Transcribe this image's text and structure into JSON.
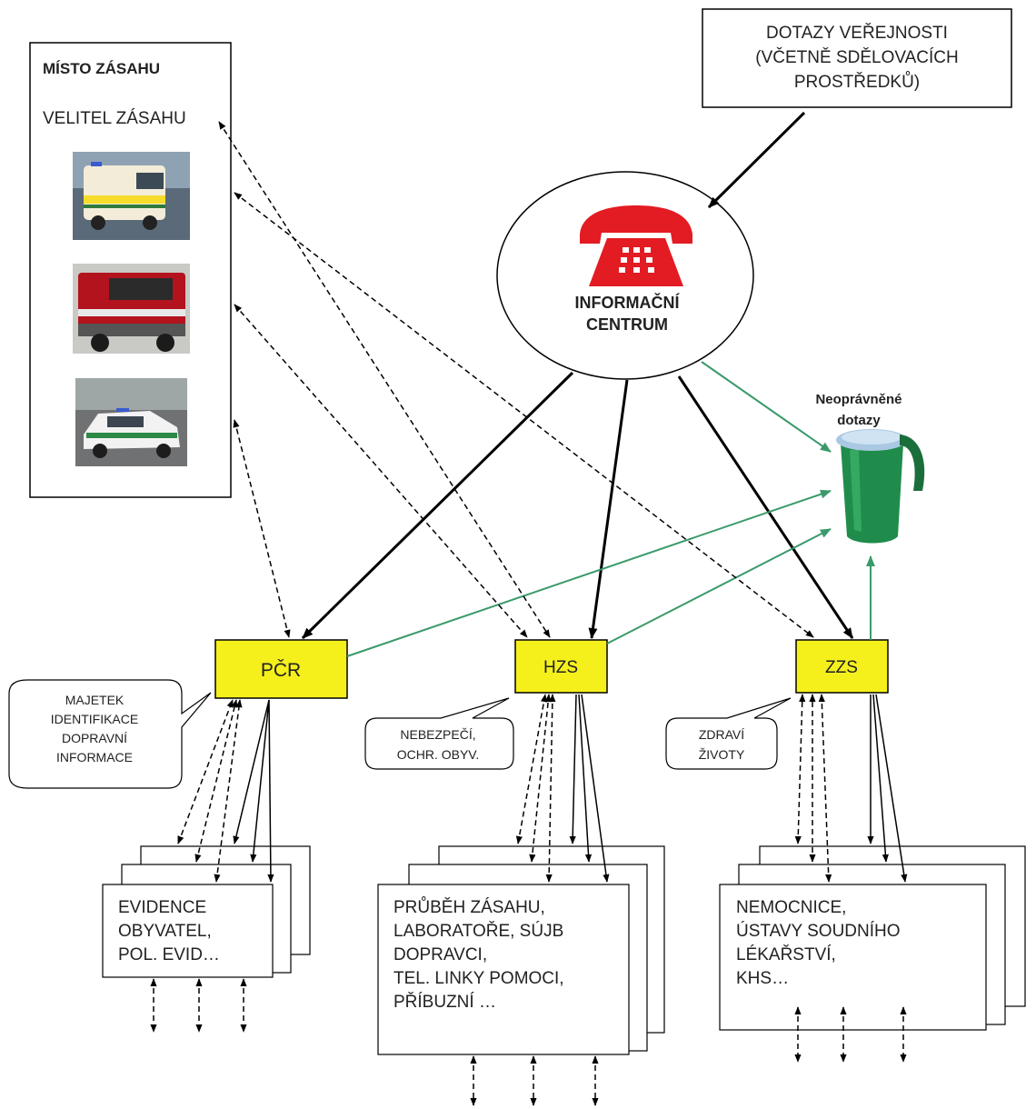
{
  "site": {
    "title": "MÍSTO ZÁSAHU",
    "commander": "VELITEL ZÁSAHU",
    "vehicles": [
      "ambulance-photo",
      "fire-truck-photo",
      "police-car-photo"
    ]
  },
  "public_queries": {
    "line1": "DOTAZY VEŘEJNOSTI",
    "line2": "(VČETNĚ SDĚLOVACÍCH",
    "line3": "PROSTŘEDKŮ)"
  },
  "info_center": {
    "line1": "INFORMAČNÍ",
    "line2": "CENTRUM",
    "icon": "telephone-icon"
  },
  "unauthorized": {
    "line1": "Neoprávněné",
    "line2": "dotazy",
    "icon": "trash-bin-icon"
  },
  "units": {
    "pcr": "PČR",
    "hzs": "HZS",
    "zzs": "ZZS"
  },
  "callouts": {
    "pcr": [
      "MAJETEK",
      "IDENTIFIKACE",
      "DOPRAVNÍ",
      "INFORMACE"
    ],
    "hzs": [
      "NEBEZPEČÍ,",
      "OCHR. OBYV."
    ],
    "zzs": [
      "ZDRAVÍ",
      "ŽIVOTY"
    ]
  },
  "docs": {
    "pcr": [
      "EVIDENCE",
      "OBYVATEL,",
      "POL. EVID…"
    ],
    "hzs": [
      "PRŮBĚH ZÁSAHU,",
      "LABORATOŘE, SÚJB",
      "DOPRAVCI,",
      "TEL. LINKY POMOCI,",
      "PŘÍBUZNÍ …"
    ],
    "zzs": [
      "NEMOCNICE,",
      "ÚSTAVY SOUDNÍHO",
      "LÉKAŘSTVÍ,",
      "KHS…"
    ]
  },
  "colors": {
    "site_title": "#e0262b",
    "unit_fill": "#f5f01c",
    "green_line": "#3a9a6b",
    "green_label": "#5ab64a",
    "phone_red": "#e31b23"
  }
}
